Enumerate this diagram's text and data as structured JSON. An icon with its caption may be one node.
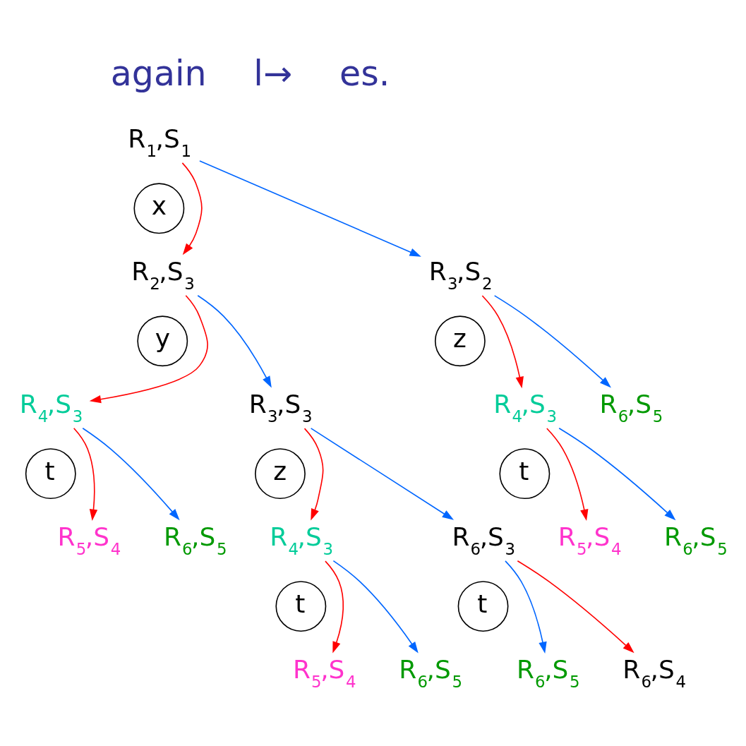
{
  "diagram": {
    "nodes": [
      {
        "text": [
          "R$_{1}$,S$_{1}$"
        ]
      },
      {
        "text": [
          "x"
        ]
      },
      {
        "text": [
          "R$_{2}$,S$_{3}$"
        ]
      },
      {
        "text": [
          "R$_{3}$,S$_{2}$"
        ]
      },
      {
        "text": [
          "y"
        ]
      },
      {
        "text": [
          "z"
        ]
      },
      {
        "text": [
          "R$_{4}$,S$_{3}$"
        ]
      },
      {
        "text": [
          "R$_{3}$,S$_{3}$"
        ]
      },
      {
        "text": [
          "R$_{4}$,S$_{3}$"
        ]
      },
      {
        "text": [
          "R$_{6}$,S$_{5}$"
        ]
      },
      {
        "text": [
          "z"
        ]
      },
      {
        "text": [
          "t"
        ]
      },
      {
        "text": [
          "t"
        ]
      },
      {
        "text": [
          "R$_{4}$,S$_{3}$"
        ]
      },
      {
        "text": [
          "R$_{6}$,S$_{3}$"
        ]
      },
      {
        "text": [
          "R$_{5}$,S$_{4}$"
        ]
      },
      {
        "text": [
          "R$_{6}$,S$_{5}$"
        ]
      },
      {
        "text": [
          "t"
        ]
      },
      {
        "text": [
          "t"
        ]
      },
      {
        "text": [
          "R$_{5}$,S$_{4}$"
        ]
      },
      {
        "text": [
          "R$_{6}$,S$_{5}$"
        ]
      },
      {
        "text": [
          "R$_{6}$,S$_{5}$"
        ]
      },
      {
        "text": [
          "R$_{6}$,S$_{4}$"
        ]
      },
      {
        "text": [
          "R$_{5}$,S$_{4}$"
        ]
      },
      {
        "text": [
          "R$_{6}$,S$_{5}$"
        ]
      }
    ],
    "edges": [
      {
        "from": 0,
        "to": 2,
        "arrow": "to",
        "color": "#ff0000"
      },
      {
        "from": 0,
        "to": 3,
        "arrow": "to",
        "color": "#0066ff"
      },
      {
        "from": 2,
        "to": 6,
        "arrow": "to",
        "color": "#ff0000"
      },
      {
        "from": 2,
        "to": 7,
        "arrow": "to",
        "color": "#0066ff"
      },
      {
        "from": 3,
        "to": 8,
        "arrow": "to",
        "color": "#ff0000"
      },
      {
        "from": 3,
        "to": 9,
        "arrow": "to",
        "color": "#0066ff"
      },
      {
        "from": 6,
        "to": 15,
        "arrow": "to",
        "color": "#ff0000"
      },
      {
        "from": 6,
        "to": 16,
        "arrow": "to",
        "color": "#0066ff"
      },
      {
        "from": 7,
        "to": 13,
        "arrow": "to",
        "color": "#ff0000"
      },
      {
        "from": 7,
        "to": 14,
        "arrow": "to",
        "color": "#0066ff"
      },
      {
        "from": 8,
        "to": 19,
        "arrow": "to",
        "color": "#ff0000"
      },
      {
        "from": 8,
        "to": 20,
        "arrow": "to",
        "color": "#0066ff"
      },
      {
        "from": 13,
        "to": 23,
        "arrow": "to",
        "color": "#ff0000"
      },
      {
        "from": 13,
        "to": 24,
        "arrow": "to",
        "color": "#0066ff"
      },
      {
        "from": 14,
        "to": 22,
        "arrow": "to",
        "color": "#ff0000"
      },
      {
        "from": 14,
        "to": 21,
        "arrow": "to",
        "color": "#0066ff"
      }
    ],
    "labels": [
      "again",
      "l→",
      "es."
    ]
  }
}
